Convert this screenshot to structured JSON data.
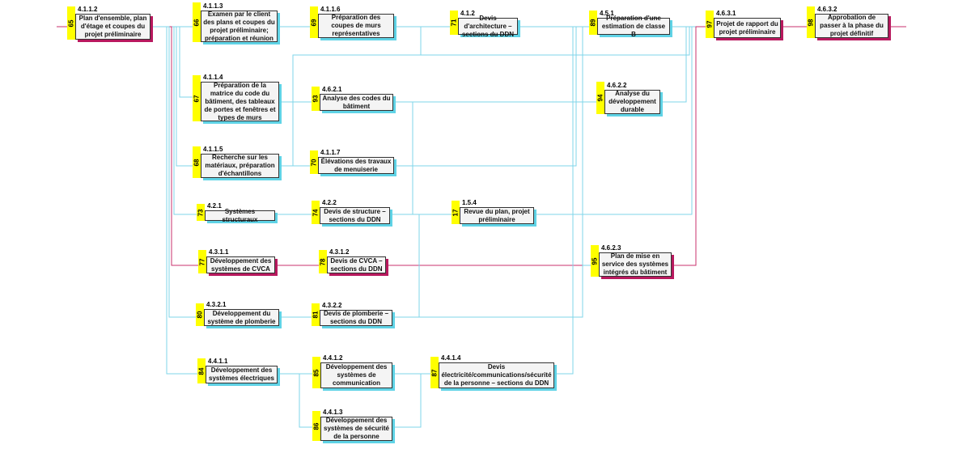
{
  "colors": {
    "normal_link": "#7fd6ea",
    "critical_link": "#c8306e",
    "tab": "#ffff00"
  },
  "nodes": [
    {
      "id": "65",
      "code": "4.1.1.2",
      "label": "Plan d'ensemble, plan d'étage et coupes du projet préliminaire",
      "critical": true
    },
    {
      "id": "66",
      "code": "4.1.1.3",
      "label": "Examen par le client des plans et coupes du projet préliminaire; préparation et réunion",
      "critical": false
    },
    {
      "id": "69",
      "code": "4.1.1.6",
      "label": "Préparation des coupes de murs représentatives",
      "critical": false
    },
    {
      "id": "71",
      "code": "4.1.2",
      "label": "Devis d'architecture – sections du DDN",
      "critical": false
    },
    {
      "id": "89",
      "code": "4.5.1",
      "label": "Préparation d'une estimation de classe B",
      "critical": false
    },
    {
      "id": "97",
      "code": "4.6.3.1",
      "label": "Projet de rapport du projet préliminaire",
      "critical": true
    },
    {
      "id": "98",
      "code": "4.6.3.2",
      "label": "Approbation de passer à la phase du projet définitif",
      "critical": true
    },
    {
      "id": "67",
      "code": "4.1.1.4",
      "label": "Préparation de la matrice du code du bâtiment, des tableaux de portes et fenêtres et types de murs",
      "critical": false
    },
    {
      "id": "93",
      "code": "4.6.2.1",
      "label": "Analyse des codes du bâtiment",
      "critical": false
    },
    {
      "id": "94",
      "code": "4.6.2.2",
      "label": "Analyse du développement durable",
      "critical": false
    },
    {
      "id": "68",
      "code": "4.1.1.5",
      "label": "Recherche sur les matériaux, préparation d'échantillons",
      "critical": false
    },
    {
      "id": "70",
      "code": "4.1.1.7",
      "label": "Élévations des travaux de menuiserie",
      "critical": false
    },
    {
      "id": "73",
      "code": "4.2.1",
      "label": "Systèmes structuraux",
      "critical": false
    },
    {
      "id": "74",
      "code": "4.2.2",
      "label": "Devis de structure – sections du DDN",
      "critical": false
    },
    {
      "id": "17",
      "code": "1.5.4",
      "label": "Revue du plan, projet préliminaire",
      "critical": false
    },
    {
      "id": "77",
      "code": "4.3.1.1",
      "label": "Développement des systèmes de CVCA",
      "critical": true
    },
    {
      "id": "78",
      "code": "4.3.1.2",
      "label": "Devis de CVCA – sections du DDN",
      "critical": true
    },
    {
      "id": "95",
      "code": "4.6.2.3",
      "label": "Plan de mise en service des systèmes intégrés du bâtiment",
      "critical": true
    },
    {
      "id": "80",
      "code": "4.3.2.1",
      "label": "Développement du système de plomberie",
      "critical": false
    },
    {
      "id": "81",
      "code": "4.3.2.2",
      "label": "Devis de plomberie – sections du DDN",
      "critical": false
    },
    {
      "id": "84",
      "code": "4.4.1.1",
      "label": "Développement des systèmes électriques",
      "critical": false
    },
    {
      "id": "85",
      "code": "4.4.1.2",
      "label": "Développement des systèmes de communication",
      "critical": false
    },
    {
      "id": "87",
      "code": "4.4.1.4",
      "label": "Devis électricité/communications/sécurité de la personne – sections du DDN",
      "critical": false
    },
    {
      "id": "86",
      "code": "4.4.1.3",
      "label": "Développement des systèmes de sécurité de la personne",
      "critical": false
    }
  ]
}
